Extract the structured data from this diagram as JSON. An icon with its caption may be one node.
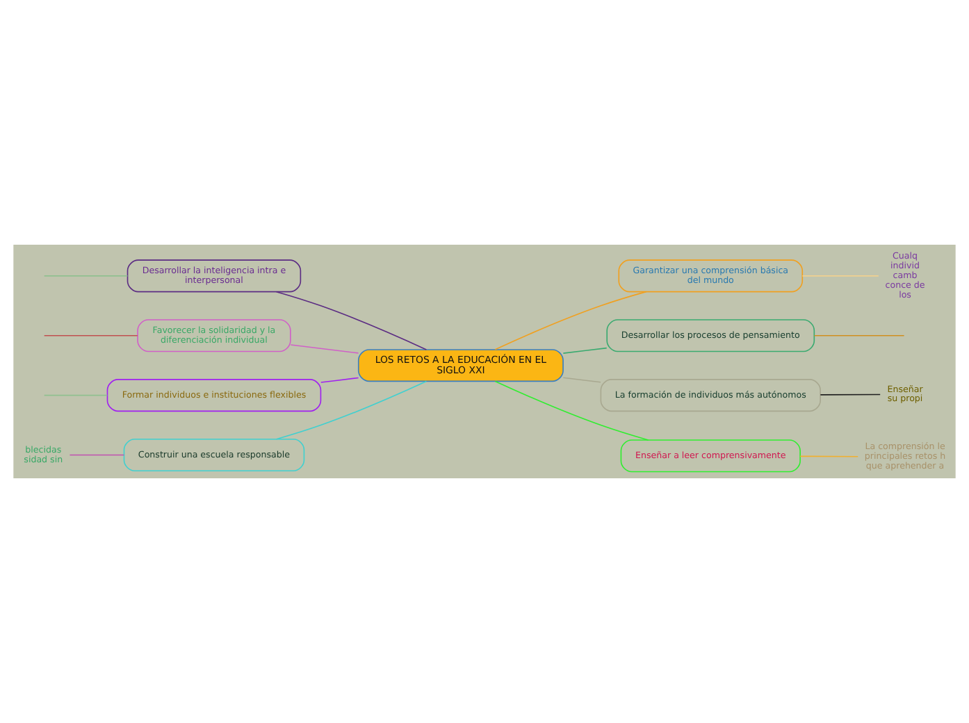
{
  "diagram": {
    "nodes": [
      {
        "text": [
          "LOS RETOS A LA EDUCACIÓN EN EL SIGLO XXI"
        ]
      },
      {
        "text": [
          "Desarrollar la inteligencia intra e interpersonal"
        ]
      },
      {
        "text": [
          "Favorecer la solidaridad y la diferenciación individual"
        ]
      },
      {
        "text": [
          "Formar individuos e instituciones flexibles"
        ]
      },
      {
        "text": [
          "Construir una escuela responsable"
        ]
      },
      {
        "text": [
          "Garantizar una comprensión básica del mundo"
        ]
      },
      {
        "text": [
          "Desarrollar los procesos de pensamiento"
        ]
      },
      {
        "text": [
          "La formación de individuos más autónomos"
        ]
      },
      {
        "text": [
          "Enseñar a leer comprensivamente"
        ]
      },
      {
        "text": [
          "Cualq individ camb conce de los"
        ]
      },
      {
        "text": [
          "Enseñar su propi"
        ]
      },
      {
        "text": [
          "La comprensión le principales retos h que aprehender a"
        ]
      },
      {
        "text": [
          "blecidas sidad sin"
        ]
      }
    ],
    "edges": [
      {
        "from": 0,
        "to": 1,
        "arrow": "none",
        "color": "#5b2c83"
      },
      {
        "from": 0,
        "to": 2,
        "arrow": "none",
        "color": "#d060c8"
      },
      {
        "from": 0,
        "to": 3,
        "arrow": "none",
        "color": "#a020f0"
      },
      {
        "from": 0,
        "to": 4,
        "arrow": "none",
        "color": "#40d0d0"
      },
      {
        "from": 0,
        "to": 5,
        "arrow": "none",
        "color": "#f0a020"
      },
      {
        "from": 0,
        "to": 6,
        "arrow": "none",
        "color": "#3aaa70"
      },
      {
        "from": 0,
        "to": 7,
        "arrow": "none",
        "color": "#a8a890"
      },
      {
        "from": 0,
        "to": 8,
        "arrow": "none",
        "color": "#30ee30"
      },
      {
        "from": 1,
        "to": null,
        "arrow": "none",
        "color": "#90c090"
      },
      {
        "from": 2,
        "to": null,
        "arrow": "none",
        "color": "#c05050"
      },
      {
        "from": 3,
        "to": null,
        "arrow": "none",
        "color": "#90c090"
      },
      {
        "from": 4,
        "to": 12,
        "arrow": "none",
        "color": "#c050b0"
      },
      {
        "from": 5,
        "to": 9,
        "arrow": "none",
        "color": "#f0d090"
      },
      {
        "from": 6,
        "to": null,
        "arrow": "none",
        "color": "#d09020"
      },
      {
        "from": 7,
        "to": 10,
        "arrow": "none",
        "color": "#202020"
      },
      {
        "from": 8,
        "to": 11,
        "arrow": "none",
        "color": "#f0b030"
      }
    ]
  }
}
